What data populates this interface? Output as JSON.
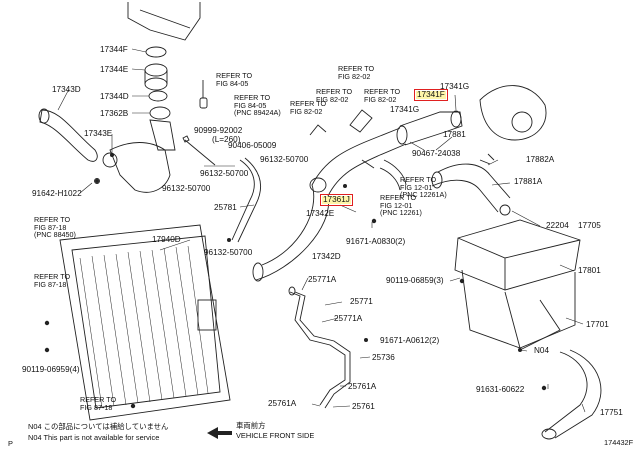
{
  "highlight_color": "#e02020",
  "part_labels": {
    "p17344F": "17344F",
    "p17344E": "17344E",
    "p17344D": "17344D",
    "p17343D": "17343D",
    "p17362B": "17362B",
    "p17343E": "17343E",
    "p91642": "91642-H1022",
    "p90999": "90999-92002",
    "p90999_len": "(L=260)",
    "p96132a": "96132-50700",
    "p96132b": "96132-50700",
    "p96132c": "96132-50700",
    "p96132d": "96132-50700",
    "p90406": "90406-05009",
    "p25781": "25781",
    "p17940D": "17940D",
    "p17342E": "17342E",
    "p17342D": "17342D",
    "p17361J": "17361J",
    "p91671_a": "91671-A0830(2)",
    "p17341G": "17341G",
    "p17341F": "17341F",
    "p17341G2": "17341G",
    "p17881": "17881",
    "p90467": "90467-24038",
    "p17882A": "17882A",
    "p17881A": "17881A",
    "p22204": "22204",
    "p17705": "17705",
    "p90119a": "90119-06859(3)",
    "p17801": "17801",
    "p17701": "17701",
    "pN04": "N04",
    "p91631": "91631-60622",
    "p17751": "17751",
    "p25771A1": "25771A",
    "p25771": "25771",
    "p25771A2": "25771A",
    "p91671_b": "91671-A0612(2)",
    "p25736": "25736",
    "p25761A1": "25761A",
    "p25761A2": "25761A",
    "p25761": "25761",
    "p90119b": "90119-06959(4)"
  },
  "refs": {
    "r_84_05": "REFER TO\nFIG 84-05",
    "r_84_05b": "REFER TO\nFIG 84-05\n(PNC 89424A)",
    "r_82_02a": "REFER TO\nFIG 82-02",
    "r_82_02b": "REFER TO\nFIG 82-02",
    "r_82_02c": "REFER TO\nFIG 82-02",
    "r_82_02d": "REFER TO\nFIG 82-02",
    "r_12_01a": "REFER TO\nFIG 12-01\n(PNC 12261)",
    "r_12_01b": "REFER TO\nFIG 12-01\n(PNC 12261A)",
    "r_87_18a": "REFER TO\nFIG 87-18\n(PNC 88450)",
    "r_87_18b": "REFER TO\nFIG 87-18",
    "r_87_18c": "REFER TO\nFIG 87-18"
  },
  "footer": {
    "note_jp": "N04  この部品については補給していません",
    "note_en": "N04  This part is not available for service",
    "front_jp": "車両前方",
    "front_en": "VEHICLE FRONT SIDE",
    "corner_p": "P",
    "figure_id": "174432F"
  }
}
